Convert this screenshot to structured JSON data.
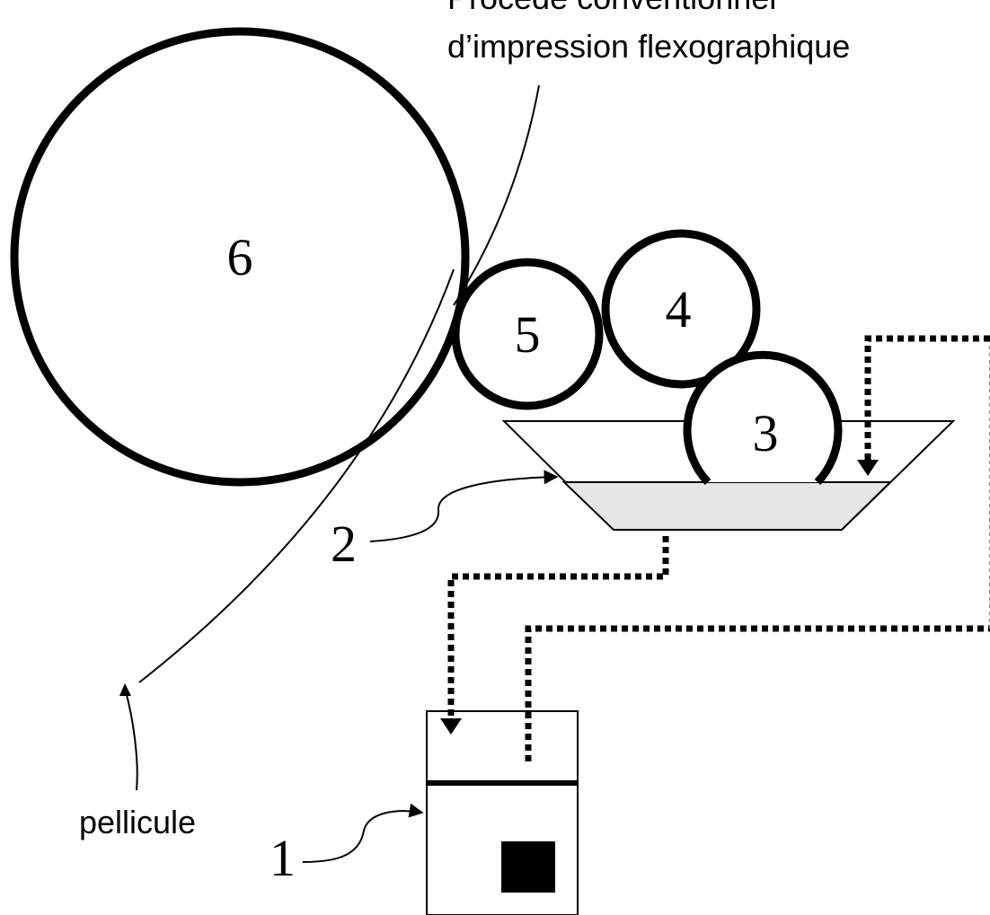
{
  "title": {
    "line1": "Procédé conventionnel",
    "line2": "d’impression flexographique"
  },
  "labels": {
    "film": "pellicule",
    "item_1": "1",
    "item_2": "2",
    "item_3": "3",
    "item_4": "4",
    "item_5": "5",
    "item_6": "6"
  },
  "colors": {
    "stroke": "#000000",
    "ink": "#e6e6e6",
    "background": "#ffffff"
  }
}
